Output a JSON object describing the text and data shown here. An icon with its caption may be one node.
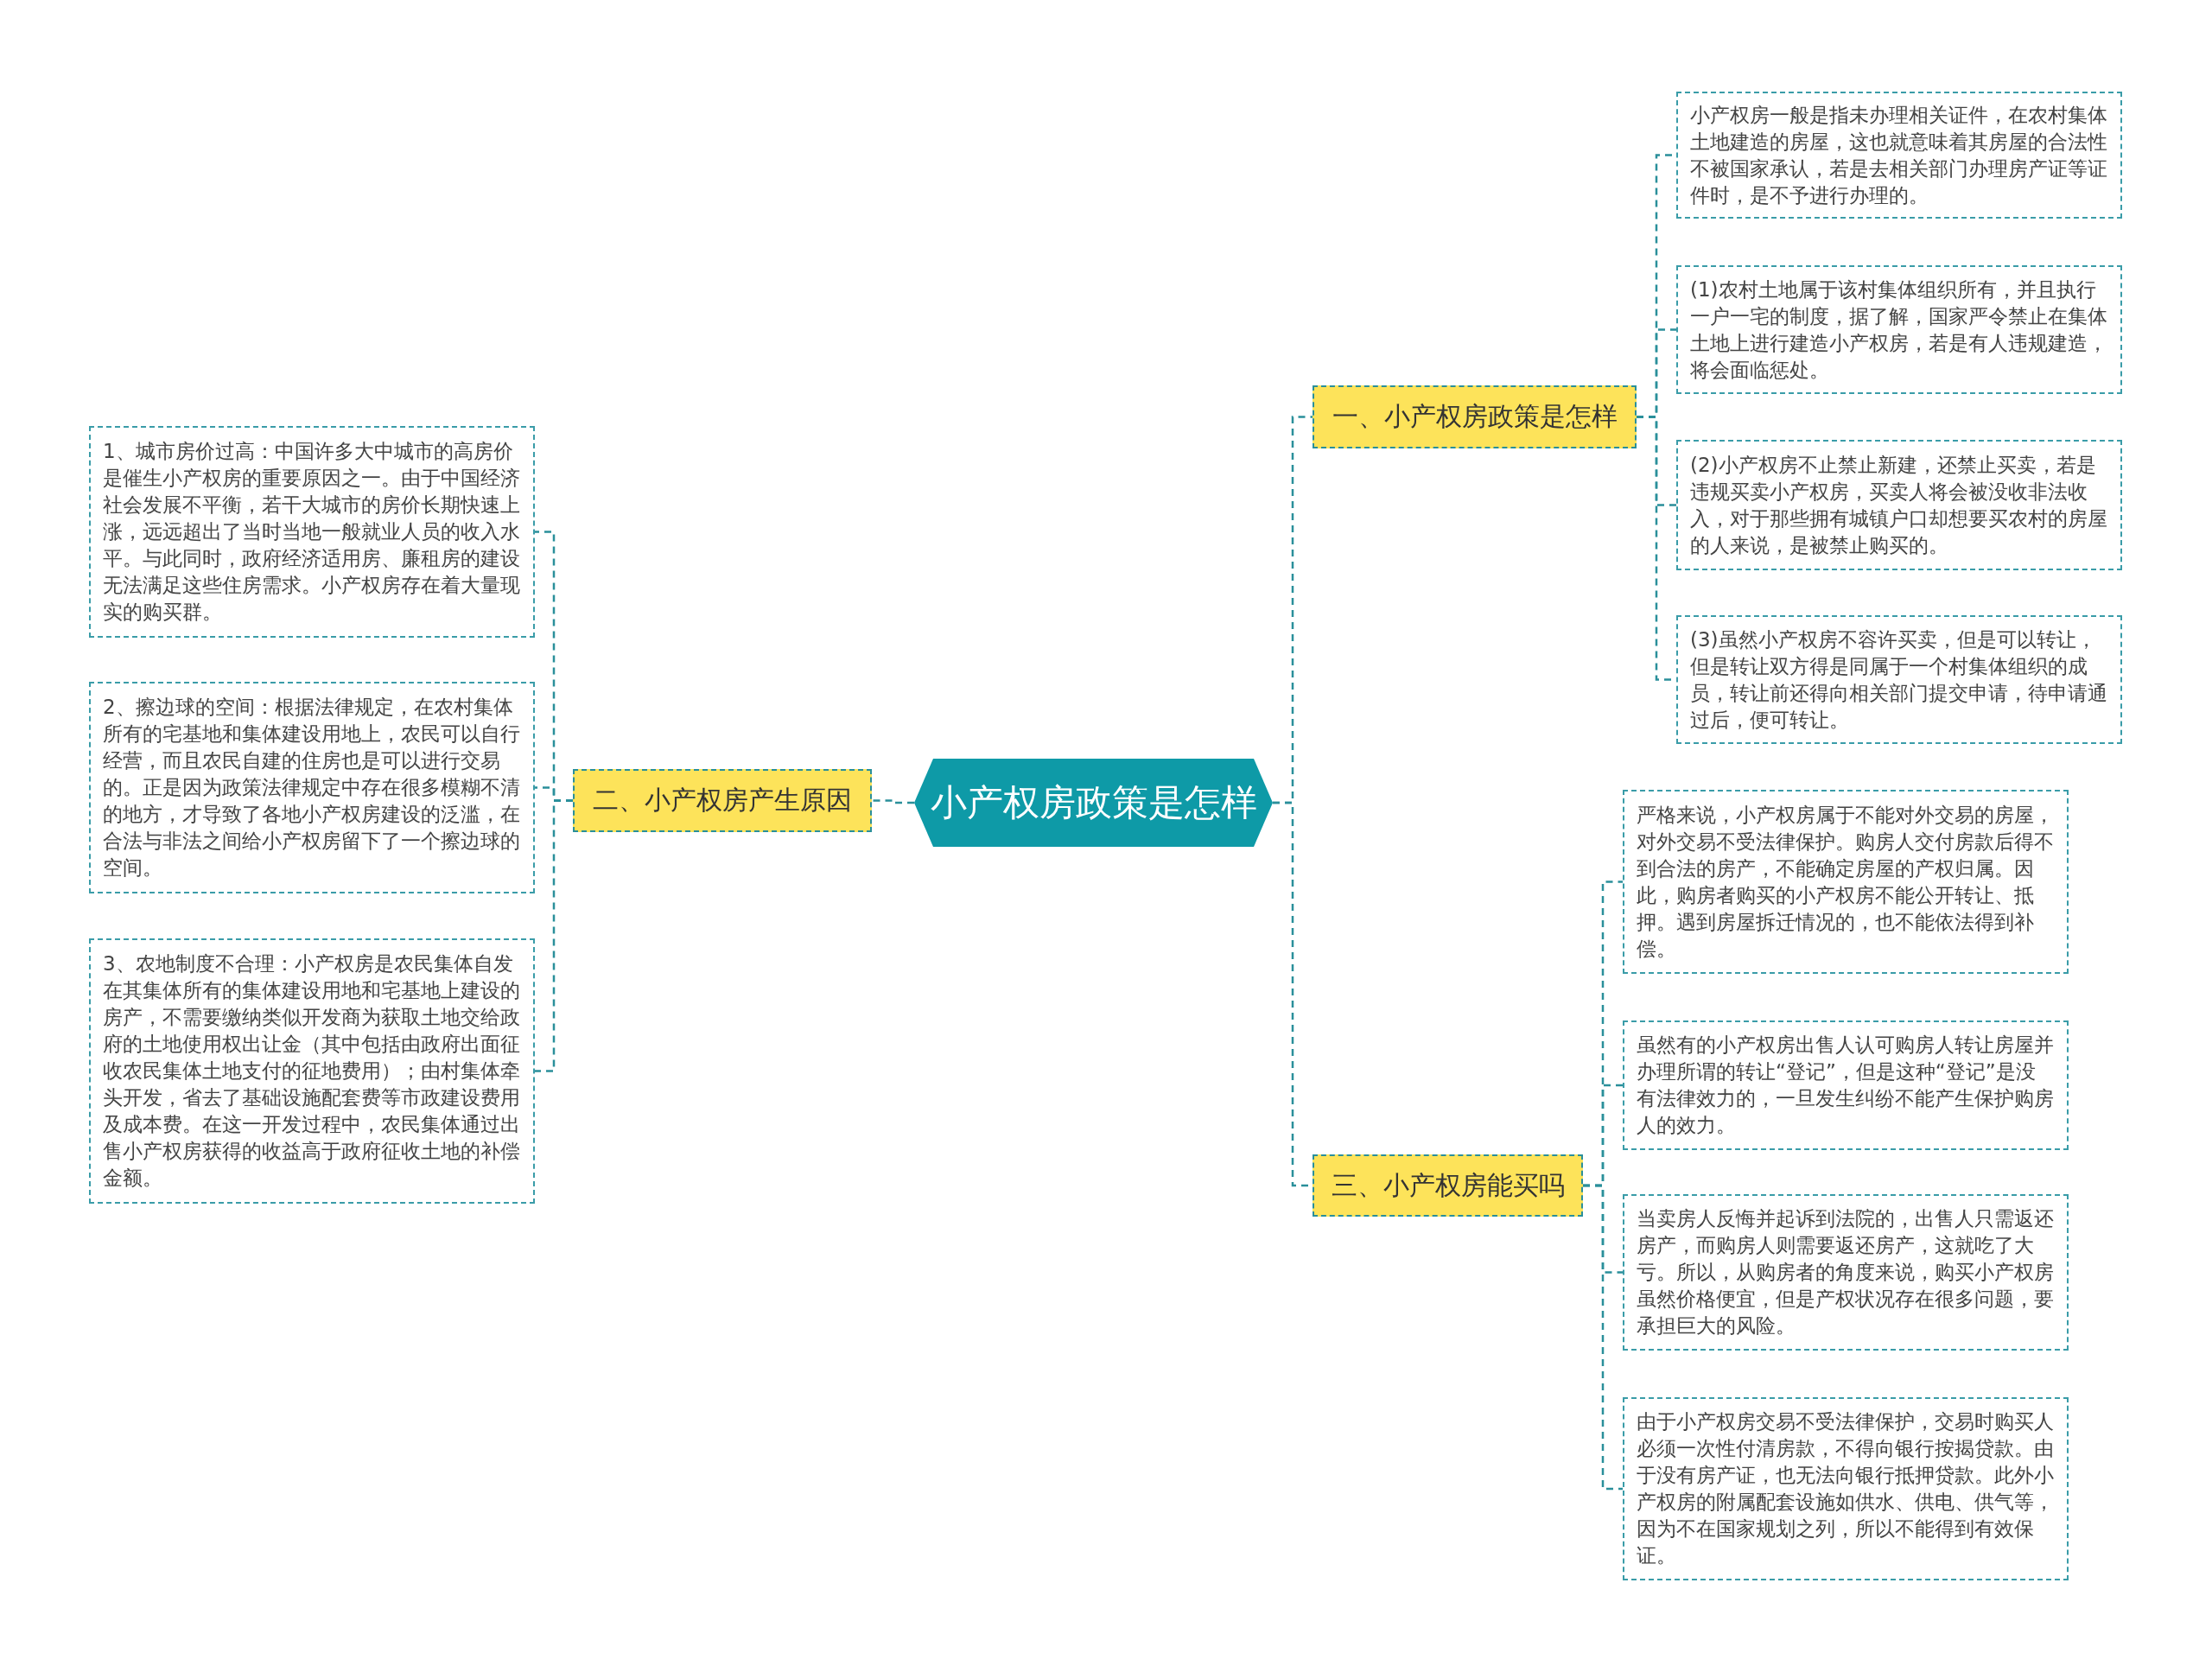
{
  "diagram": {
    "nodes": [
      {
        "text": [
          "小产权房政策是怎样"
        ]
      },
      {
        "text": [
          "一、小产权房政策是怎样"
        ]
      },
      {
        "text": [
          "小产权房一般是指未办理相关证件，在农村集体土地建造的房屋，这也就意味着其房屋的合法性不被国家承认，若是去相关部门办理房产证等证件时，是不予进行办理的。"
        ]
      },
      {
        "text": [
          "(1)农村土地属于该村集体组织所有，并且执行一户一宅的制度，据了解，国家严令禁止在集体土地上进行建造小产权房，若是有人违规建造，将会面临惩处。"
        ]
      },
      {
        "text": [
          "(2)小产权房不止禁止新建，还禁止买卖，若是违规买卖小产权房，买卖人将会被没收非法收入，对于那些拥有城镇户口却想要买农村的房屋的人来说，是被禁止购买的。"
        ]
      },
      {
        "text": [
          "(3)虽然小产权房不容许买卖，但是可以转让，但是转让双方得是同属于一个村集体组织的成员，转让前还得向相关部门提交申请，待申请通过后，便可转让。"
        ]
      },
      {
        "text": [
          "二、小产权房产生原因"
        ]
      },
      {
        "text": [
          "1、城市房价过高：中国许多大中城市的高房价是催生小产权房的重要原因之一。由于中国经济社会发展不平衡，若干大城市的房价长期快速上涨，远远超出了当时当地一般就业人员的收入水平。与此同时，政府经济适用房、廉租房的建设无法满足这些住房需求。小产权房存在着大量现实的购买群。"
        ]
      },
      {
        "text": [
          "2、擦边球的空间：根据法律规定，在农村集体所有的宅基地和集体建设用地上，农民可以自行经营，而且农民自建的住房也是可以进行交易的。正是因为政策法律规定中存在很多模糊不清的地方，才导致了各地小产权房建设的泛滥，在合法与非法之间给小产权房留下了一个擦边球的空间。"
        ]
      },
      {
        "text": [
          "3、农地制度不合理：小产权房是农民集体自发在其集体所有的集体建设用地和宅基地上建设的房产，不需要缴纳类似开发商为获取土地交给政府的土地使用权出让金（其中包括由政府出面征收农民集体土地支付的征地费用）；由村集体牵头开发，省去了基础设施配套费等市政建设费用及成本费。在这一开发过程中，农民集体通过出售小产权房获得的收益高于政府征收土地的补偿金额。"
        ]
      },
      {
        "text": [
          "三、小产权房能买吗"
        ]
      },
      {
        "text": [
          "严格来说，小产权房属于不能对外交易的房屋，对外交易不受法律保护。购房人交付房款后得不到合法的房产，不能确定房屋的产权归属。因此，购房者购买的小产权房不能公开转让、抵押。遇到房屋拆迁情况的，也不能依法得到补偿。"
        ]
      },
      {
        "text": [
          "虽然有的小产权房出售人认可购房人转让房屋并办理所谓的转让“登记”，但是这种“登记”是没有法律效力的，一旦发生纠纷不能产生保护购房人的效力。"
        ]
      },
      {
        "text": [
          "当卖房人反悔并起诉到法院的，出售人只需返还房产，而购房人则需要返还房产，这就吃了大亏。所以，从购房者的角度来说，购买小产权房虽然价格便宜，但是产权状况存在很多问题，要承担巨大的风险。"
        ]
      },
      {
        "text": [
          "由于小产权房交易不受法律保护，交易时购买人必须一次性付清房款，不得向银行按揭贷款。由于没有房产证，也无法向银行抵押贷款。此外小产权房的附属配套设施如供水、供电、供气等，因为不在国家规划之列，所以不能得到有效保证。"
        ]
      }
    ],
    "edges": [
      {
        "from": 0,
        "to": 1,
        "arrow": "none"
      },
      {
        "from": 1,
        "to": 2,
        "arrow": "none"
      },
      {
        "from": 1,
        "to": 3,
        "arrow": "none"
      },
      {
        "from": 1,
        "to": 4,
        "arrow": "none"
      },
      {
        "from": 1,
        "to": 5,
        "arrow": "none"
      },
      {
        "from": 0,
        "to": 6,
        "arrow": "none"
      },
      {
        "from": 6,
        "to": 7,
        "arrow": "none"
      },
      {
        "from": 6,
        "to": 8,
        "arrow": "none"
      },
      {
        "from": 6,
        "to": 9,
        "arrow": "none"
      },
      {
        "from": 0,
        "to": 10,
        "arrow": "none"
      },
      {
        "from": 10,
        "to": 11,
        "arrow": "none"
      },
      {
        "from": 10,
        "to": 12,
        "arrow": "none"
      },
      {
        "from": 10,
        "to": 13,
        "arrow": "none"
      },
      {
        "from": 10,
        "to": 14,
        "arrow": "none"
      }
    ]
  }
}
